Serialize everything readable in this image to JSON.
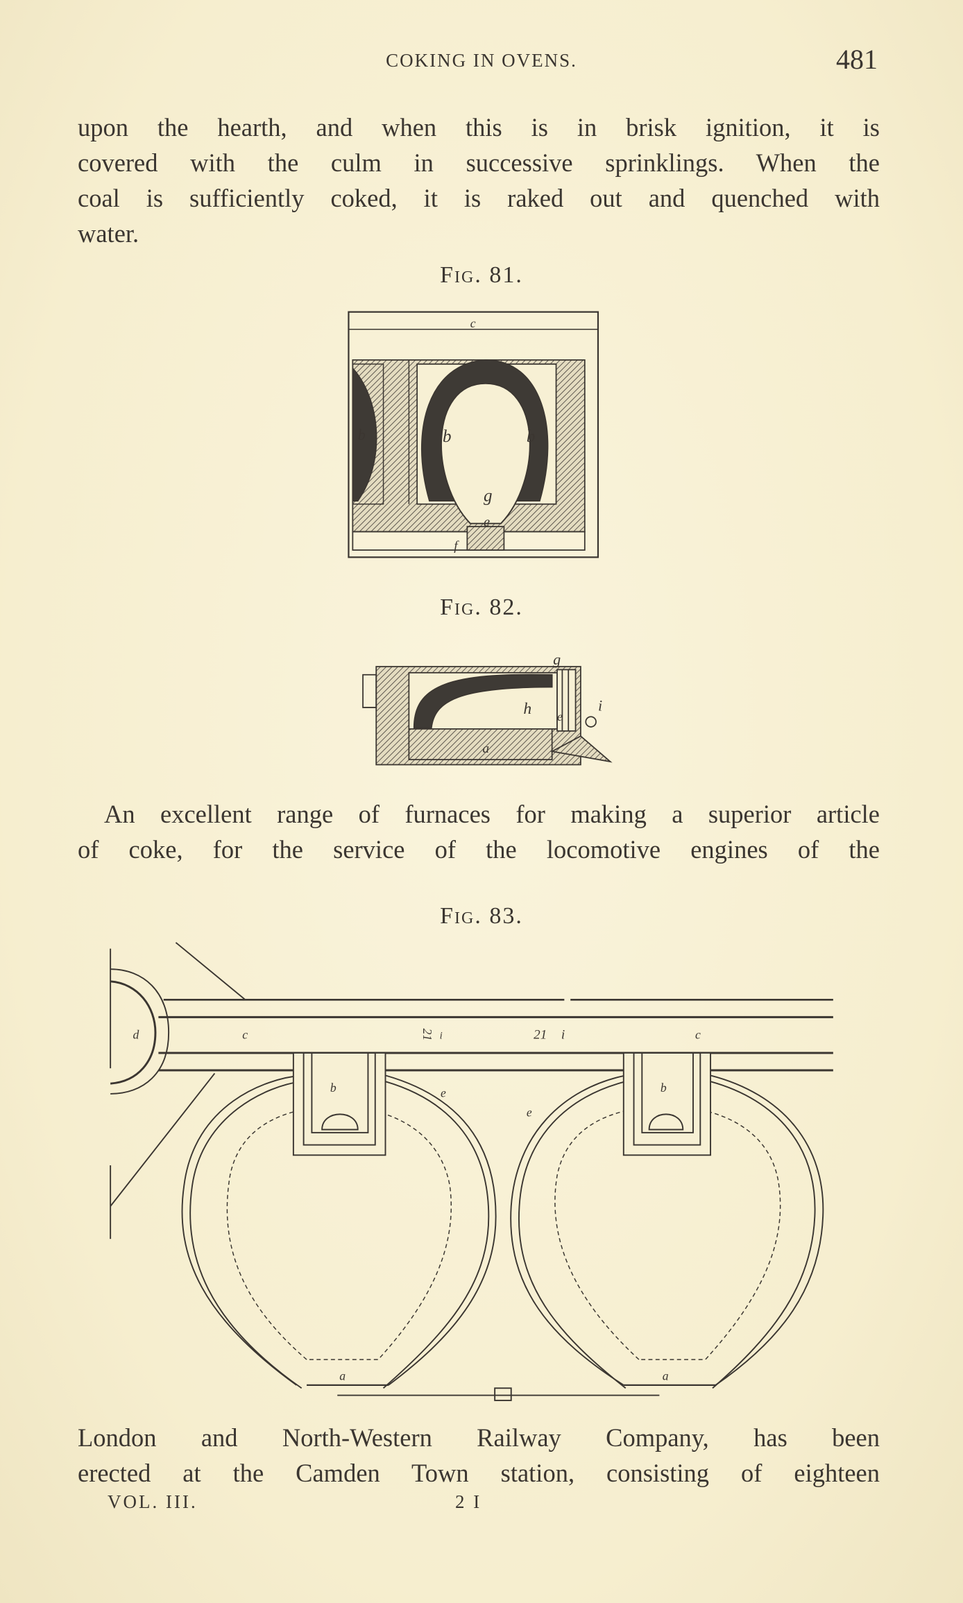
{
  "header": {
    "running_title": "COKING IN OVENS.",
    "page_number": "481"
  },
  "paragraph1": [
    "upon the hearth, and when this is in brisk ignition, it is",
    "covered with the culm in successive sprinklings.   When the",
    "coal is sufficiently coked, it is raked out and quenched with",
    "water."
  ],
  "figures": {
    "fig81": {
      "caption": "Fig. 81.",
      "labels": {
        "top": "c",
        "left": "b",
        "center_b": "b",
        "right_b": "b",
        "g": "g",
        "e": "e",
        "f": "f"
      }
    },
    "fig82": {
      "caption": "Fig. 82.",
      "labels": {
        "g": "g",
        "h": "h",
        "e": "e",
        "i": "i",
        "a": "a"
      }
    },
    "fig83": {
      "caption": "Fig. 83.",
      "labels": {
        "d": "d",
        "c1": "c",
        "num1": "21",
        "i1": "i",
        "num2": "21",
        "i2": "i",
        "c2": "c",
        "b1": "b",
        "b2": "b",
        "e1": "e",
        "e2": "e",
        "a1": "a",
        "a2": "a"
      }
    }
  },
  "paragraph2": [
    "An excellent range of furnaces for making a superior article",
    "of coke, for the service of the locomotive engines of the"
  ],
  "paragraph3": [
    "London and North-Western Railway Company, has been",
    "erected at the Camden Town station, consisting of eighteen"
  ],
  "footer": {
    "volume": "VOL. III.",
    "signature": "2 I"
  }
}
